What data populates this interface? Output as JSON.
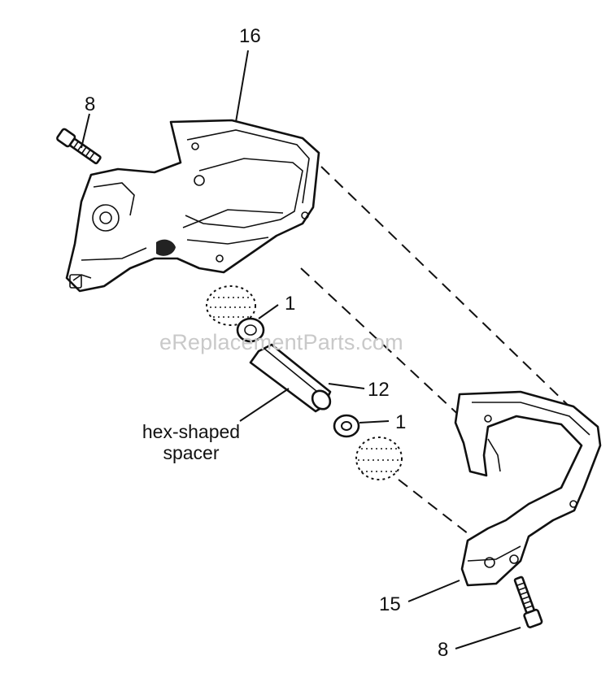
{
  "callouts": {
    "label_16": "16",
    "label_8_top": "8",
    "label_1_upper": "1",
    "label_12": "12",
    "label_1_lower": "1",
    "label_15": "15",
    "label_8_bottom": "8"
  },
  "annotation": {
    "line1": "hex-shaped",
    "line2": "spacer"
  },
  "watermark": "eReplacementParts.com",
  "parts": {
    "front_handle_guard": {
      "icon": "front-handle-guard-icon"
    },
    "rear_handle": {
      "icon": "rear-handle-icon"
    },
    "top_screw": {
      "icon": "screw-icon"
    },
    "bottom_screw": {
      "icon": "screw-icon"
    },
    "upper_damper": {
      "icon": "vibration-damper-icon"
    },
    "lower_damper": {
      "icon": "vibration-damper-icon"
    },
    "hex_spacer": {
      "icon": "hex-spacer-icon"
    },
    "upper_washer": {
      "icon": "washer-icon"
    },
    "lower_washer": {
      "icon": "washer-icon"
    }
  }
}
